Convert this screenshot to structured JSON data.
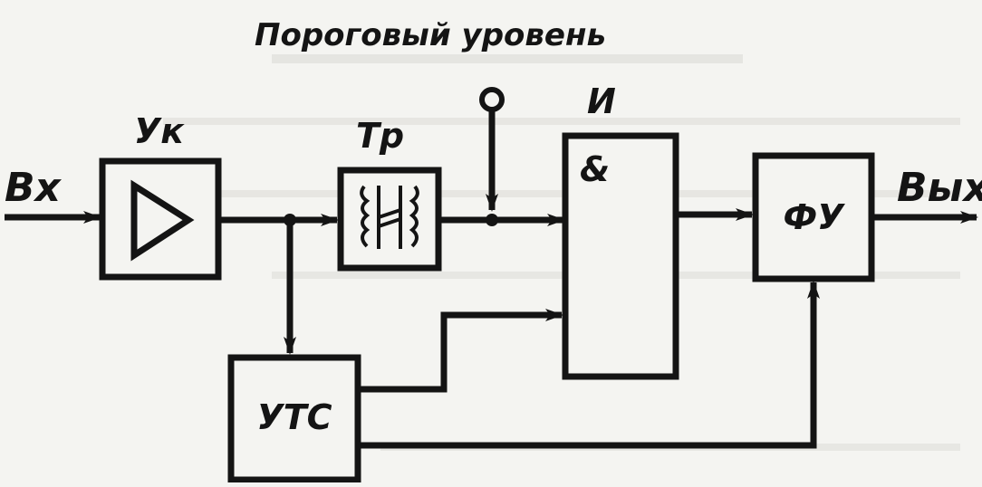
{
  "diagram": {
    "title": "Пороговый уровень",
    "input_label": "Вх",
    "output_label": "Вых",
    "blocks": {
      "amplifier": "Ук",
      "trigger": "Тр",
      "and_gate_name": "И",
      "and_gate_symbol": "&",
      "shaper": "ФУ",
      "control": "УТС"
    }
  },
  "colors": {
    "ink": "#141414",
    "paper": "#f4f4f1",
    "bleed_through": "#cfcfca"
  }
}
